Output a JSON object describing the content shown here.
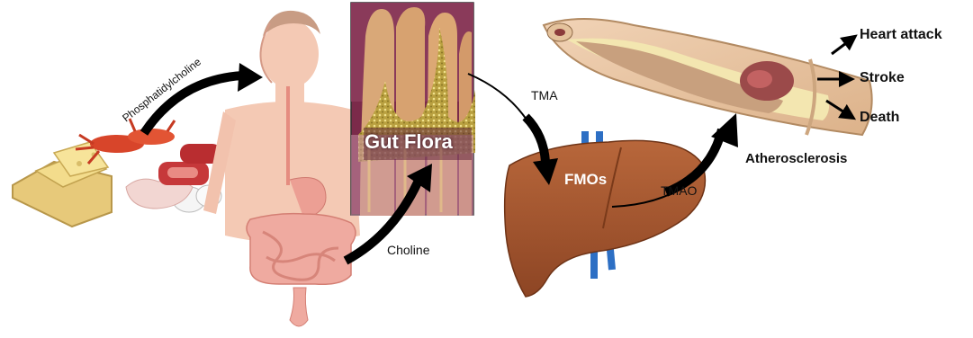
{
  "labels": {
    "phosphatidylcholine": "Phosphatidylcholine",
    "gut_flora": "Gut Flora",
    "tma": "TMA",
    "choline": "Choline",
    "fmos": "FMOs",
    "tmao": "TMAO",
    "atherosclerosis": "Atherosclerosis",
    "outcomes": [
      "Heart attack",
      "Stroke",
      "Death"
    ]
  },
  "colors": {
    "skin": "#f4c9b4",
    "intestine": "#efaaa0",
    "liver": "#a5562f",
    "vessel_outer": "#e9c8a4",
    "vessel_fat": "#f3e6b0",
    "plaque": "#9b4a4a",
    "arrow": "#000000",
    "flora_bg": "#7b2a4a",
    "flora_bacteria": "#c8b04a"
  }
}
